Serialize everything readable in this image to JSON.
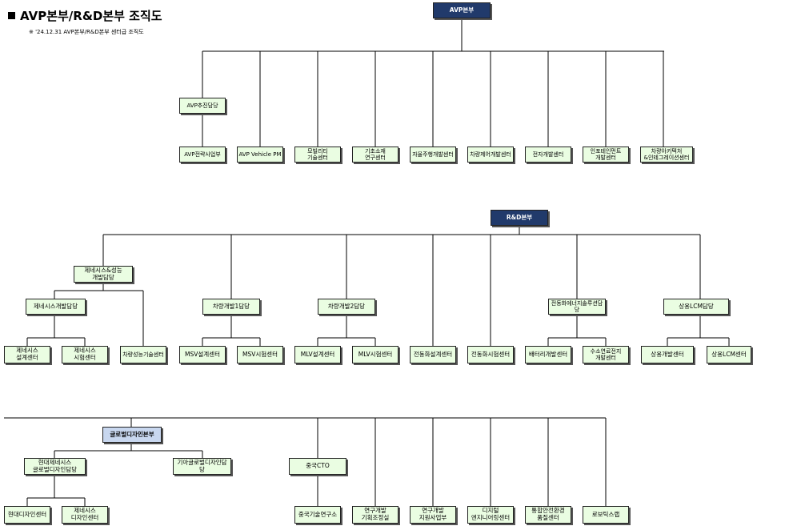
{
  "header": {
    "title": "AVP본부/R&D본부 조직도",
    "subtitle": "※ '24.12.31 AVP본부/R&D본부 센터급 조직도"
  },
  "avp": {
    "root": "AVP본부",
    "promo": "AVP추진담당",
    "centers": [
      "AVP전략사업부",
      "AVP Vehicle PM",
      "모빌리티\n기술센터",
      "기초소재\n연구센터",
      "자율주행개발센터",
      "차량제어개발센터",
      "전자개발센터",
      "인포테인먼트\n개발센터",
      "차량아키텍처\n&인테그레이션센터"
    ]
  },
  "rnd": {
    "root": "R&D본부",
    "chassis_perf": "제네시스&성능\n개발담당",
    "genesis_dev": "제네시스개발담당",
    "genesis_design": "제네시스\n설계센터",
    "genesis_test": "제네시스\n시험센터",
    "vehicle_perf": "차량성능기술센터",
    "vd1": "차량개발1담당",
    "msv_design": "MSV설계센터",
    "msv_test": "MSV시험센터",
    "vd2": "차량개발2담당",
    "mlv_design": "MLV설계센터",
    "mlv_test": "MLV시험센터",
    "ev_design": "전동화설계센터",
    "ev_test": "전동화시험센터",
    "ev_energy": "전동화에너지솔루션담당",
    "battery": "배터리개발센터",
    "hydrogen": "수소연료전지\n개발센터",
    "cv": "상용LCM담당",
    "cv_dev": "상용개발센터",
    "cv_lcm": "상용LCM센터"
  },
  "design": {
    "root": "글로벌디자인본부",
    "hyundai_genesis": "현대제네시스\n글로벌디자인담당",
    "kia": "기아글로벌디자인담\n당",
    "hyundai_center": "현대디자인센터",
    "genesis_design": "제네시스\n디자인센터",
    "china_cto": "중국CTO",
    "china_tech": "중국기술연구소",
    "rd_planning": "연구개발\n기획조정실",
    "rd_support": "연구개발\n지원사업부",
    "digital_eng": "디지털\n엔지니어링센터",
    "safety_env": "통합안전환경\n품질센터",
    "robotics": "로보틱스랩"
  },
  "colors": {
    "box_fill": "#eafde2",
    "navy": "#213a6b",
    "light_blue": "#c8d7ef"
  }
}
